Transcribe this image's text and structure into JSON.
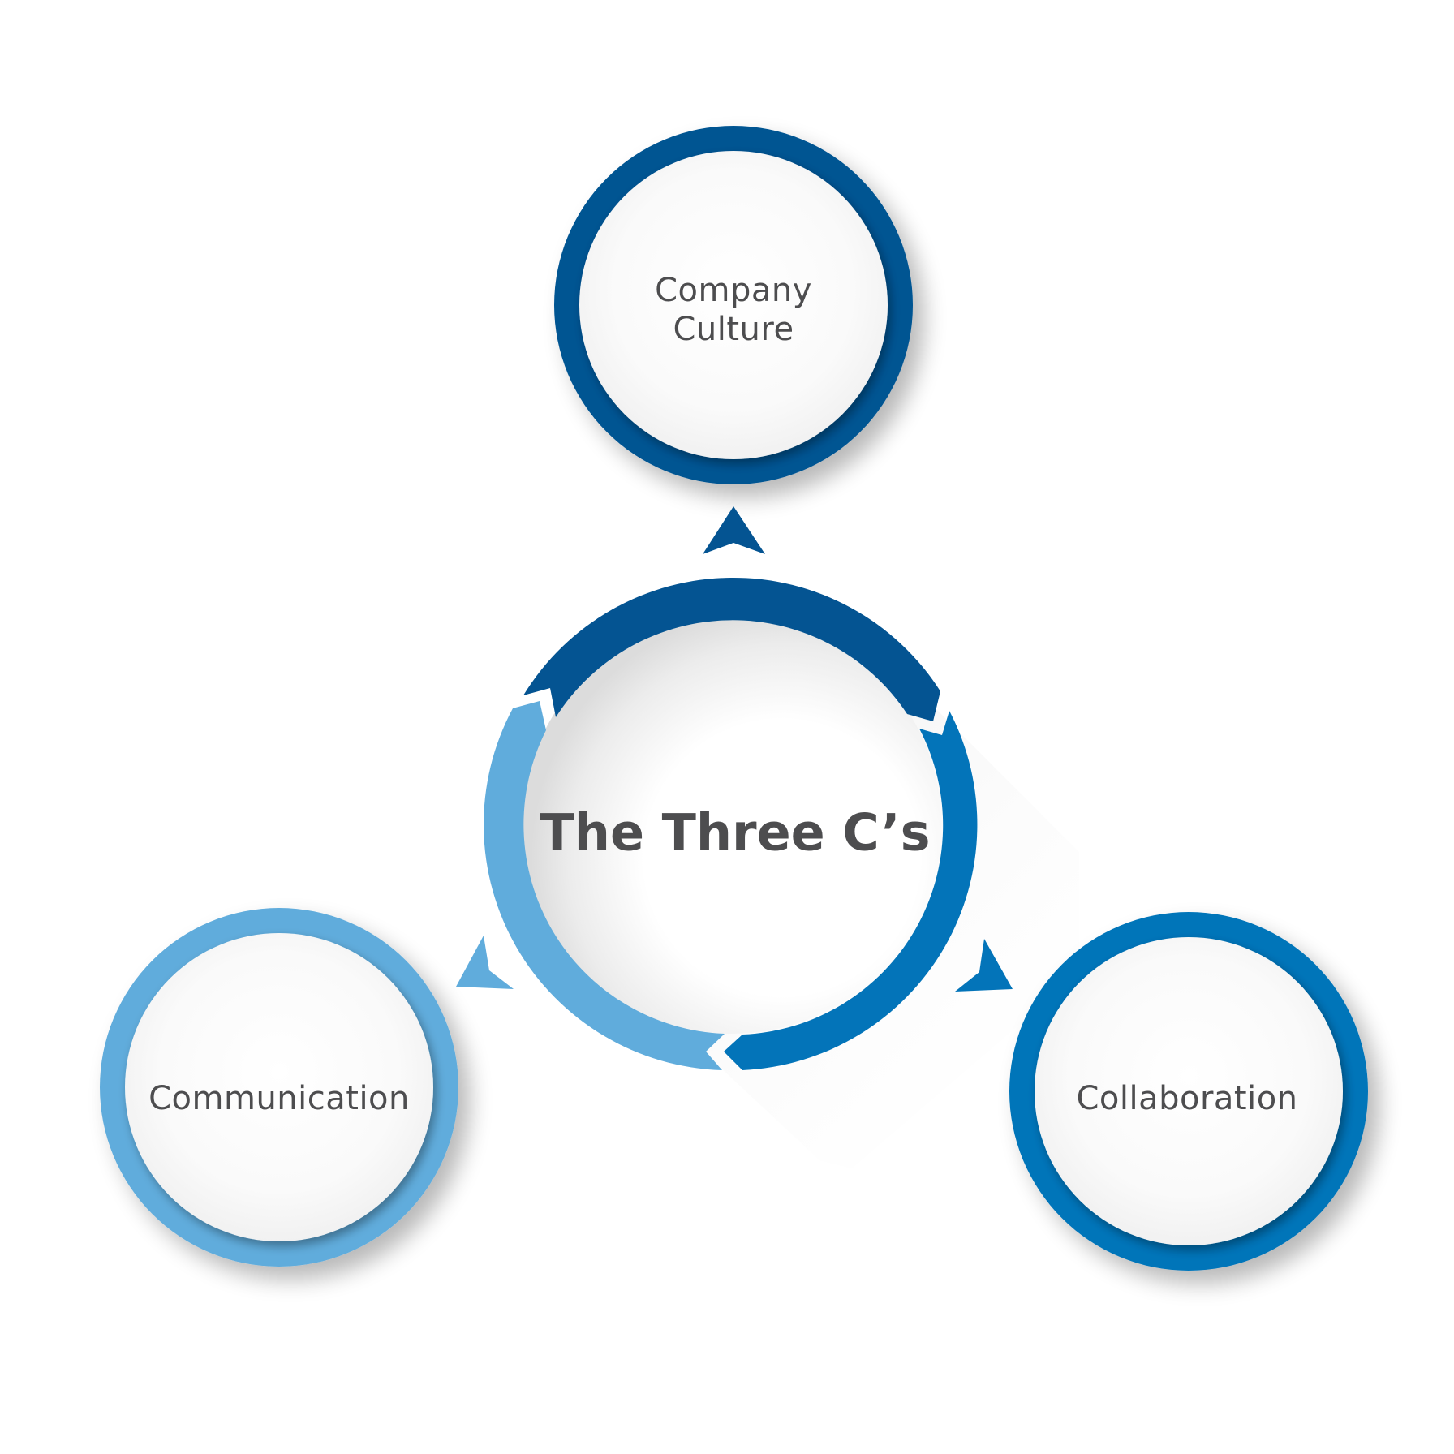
{
  "diagram": {
    "title": "The Three C's",
    "center": {
      "label": "The Three C’s",
      "color": "#4d4d4f"
    },
    "nodes": [
      {
        "id": "company-culture",
        "label_line1": "Company",
        "label_line2": "Culture",
        "ring_color": "#045492",
        "position": "top"
      },
      {
        "id": "communication",
        "label": "Communication",
        "ring_color": "#60acdc",
        "position": "bottom-left"
      },
      {
        "id": "collaboration",
        "label": "Collaboration",
        "ring_color": "#0374b9",
        "position": "bottom-right"
      }
    ],
    "cycle_segments": [
      {
        "color": "#045492",
        "from": "left-top",
        "to": "right-top"
      },
      {
        "color": "#0374b9",
        "from": "right-top",
        "to": "bottom"
      },
      {
        "color": "#60acdc",
        "from": "bottom",
        "to": "left-top"
      }
    ],
    "arrows": [
      {
        "direction": "up",
        "points_to": "Company Culture",
        "color": "#045492"
      },
      {
        "direction": "down-left",
        "points_to": "Communication",
        "color": "#60acdc"
      },
      {
        "direction": "down-right",
        "points_to": "Collaboration",
        "color": "#0374b9"
      }
    ],
    "colors": {
      "dark_blue": "#045492",
      "mid_blue": "#0374b9",
      "light_blue": "#60acdc",
      "text": "#4d4d4f",
      "background": "#ffffff"
    }
  }
}
